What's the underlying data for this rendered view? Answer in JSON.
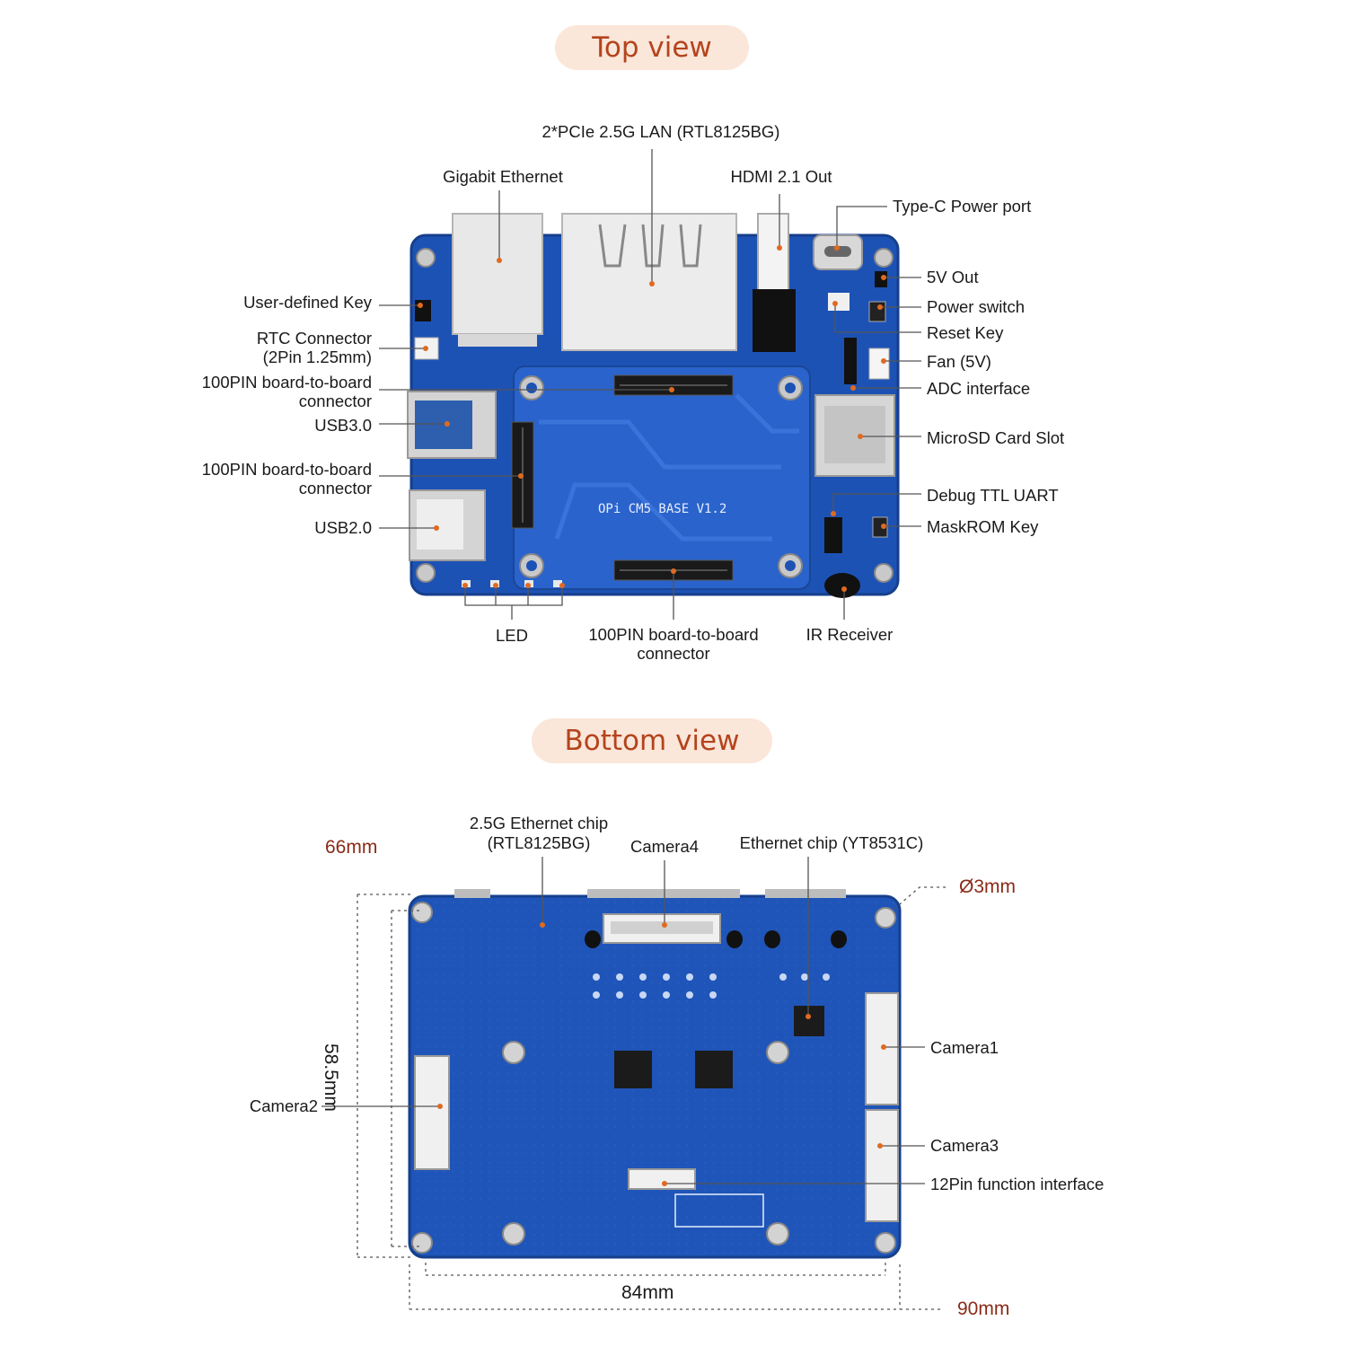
{
  "top_view": {
    "title": "Top view",
    "board_silk": "OPi CM5 BASE V1.2",
    "labels": {
      "pcie_lan": "2*PCIe 2.5G LAN (RTL8125BG)",
      "gigabit": "Gigabit Ethernet",
      "hdmi": "HDMI 2.1 Out",
      "typec": "Type-C Power port",
      "v5out": "5V Out",
      "power_switch": "Power switch",
      "reset_key": "Reset Key",
      "fan": "Fan (5V)",
      "adc": "ADC interface",
      "microsd": "MicroSD Card Slot",
      "debug": "Debug TTL UART",
      "maskrom": "MaskROM Key",
      "user_key": "User-defined Key",
      "rtc_1": "RTC Connector",
      "rtc_2": "(2Pin 1.25mm)",
      "b2b_a1": "100PIN board-to-board",
      "b2b_a2": "connector",
      "usb3": "USB3.0",
      "b2b_b1": "100PIN board-to-board",
      "b2b_b2": "connector",
      "usb2": "USB2.0",
      "led": "LED",
      "b2b_c1": "100PIN board-to-board",
      "b2b_c2": "connector",
      "ir": "IR Receiver"
    }
  },
  "bottom_view": {
    "title": "Bottom view",
    "labels": {
      "eth25_1": "2.5G Ethernet chip",
      "eth25_2": "(RTL8125BG)",
      "camera4": "Camera4",
      "ethchip": "Ethernet chip (YT8531C)",
      "camera1": "Camera1",
      "camera2": "Camera2",
      "camera3": "Camera3",
      "pin12": "12Pin function interface"
    },
    "dimensions": {
      "d66": "66mm",
      "d585": "58.5mm",
      "d84": "84mm",
      "d90": "90mm",
      "hole": "Ø3mm"
    }
  },
  "colors": {
    "pcb": "#1f55b8",
    "accent": "#e06a20",
    "pill_bg": "#fbe6da",
    "pill_text": "#b4441c"
  }
}
